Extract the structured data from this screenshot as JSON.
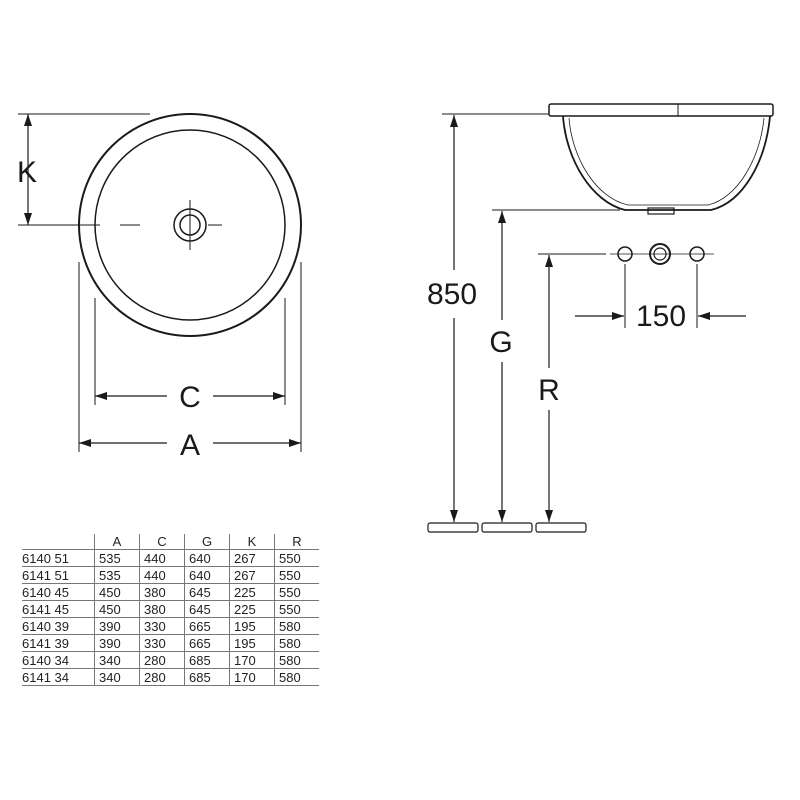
{
  "labels": {
    "k": "K",
    "c": "C",
    "a": "A",
    "height": "850",
    "g": "G",
    "r": "R",
    "spacing": "150"
  },
  "table": {
    "headers": [
      "",
      "A",
      "C",
      "G",
      "K",
      "R"
    ],
    "rows": [
      [
        "6140 51",
        "535",
        "440",
        "640",
        "267",
        "550"
      ],
      [
        "6141 51",
        "535",
        "440",
        "640",
        "267",
        "550"
      ],
      [
        "6140 45",
        "450",
        "380",
        "645",
        "225",
        "550"
      ],
      [
        "6141 45",
        "450",
        "380",
        "645",
        "225",
        "550"
      ],
      [
        "6140 39",
        "390",
        "330",
        "665",
        "195",
        "580"
      ],
      [
        "6141 39",
        "390",
        "330",
        "665",
        "195",
        "580"
      ],
      [
        "6140 34",
        "340",
        "280",
        "685",
        "170",
        "580"
      ],
      [
        "6141 34",
        "340",
        "280",
        "685",
        "170",
        "580"
      ]
    ]
  }
}
